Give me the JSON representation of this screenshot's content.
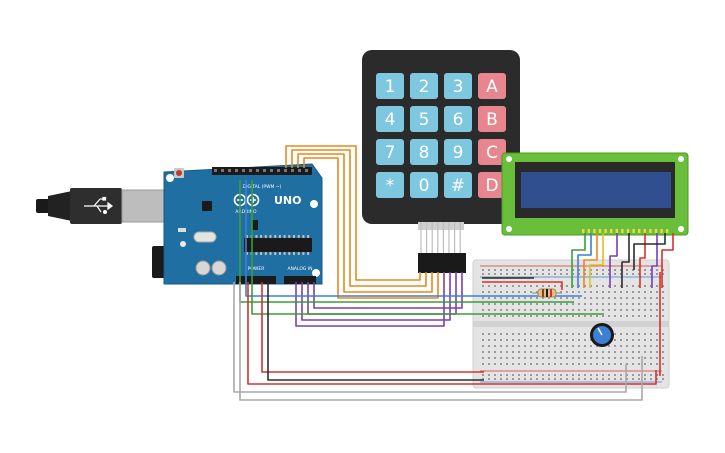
{
  "keypad": {
    "keys": [
      [
        "1",
        "2",
        "3",
        "A"
      ],
      [
        "4",
        "5",
        "6",
        "B"
      ],
      [
        "7",
        "8",
        "9",
        "C"
      ],
      [
        "*",
        "0",
        "#",
        "D"
      ]
    ],
    "colors": {
      "number": "#7ec7e0",
      "letter": "#e8868f",
      "body": "#2b2b2b"
    }
  },
  "arduino": {
    "model": "UNO",
    "brand": "ARDUINO",
    "digital_header": "DIGITAL (PWM ~)",
    "analog_header": "ANALOG IN",
    "power_header": "POWER",
    "board_color": "#1f6fa3"
  },
  "lcd": {
    "screen_color": "#2f4f8f",
    "frame_color": "#69bf3a"
  },
  "wire_colors": {
    "orange": "#e8891a",
    "purple": "#7a3fb0",
    "red": "#d6322c",
    "black": "#2c2c2c",
    "gray": "#a8a8a8",
    "green": "#3b9d3b",
    "blue": "#3c7fd6",
    "yellow": "#d9c31a"
  }
}
